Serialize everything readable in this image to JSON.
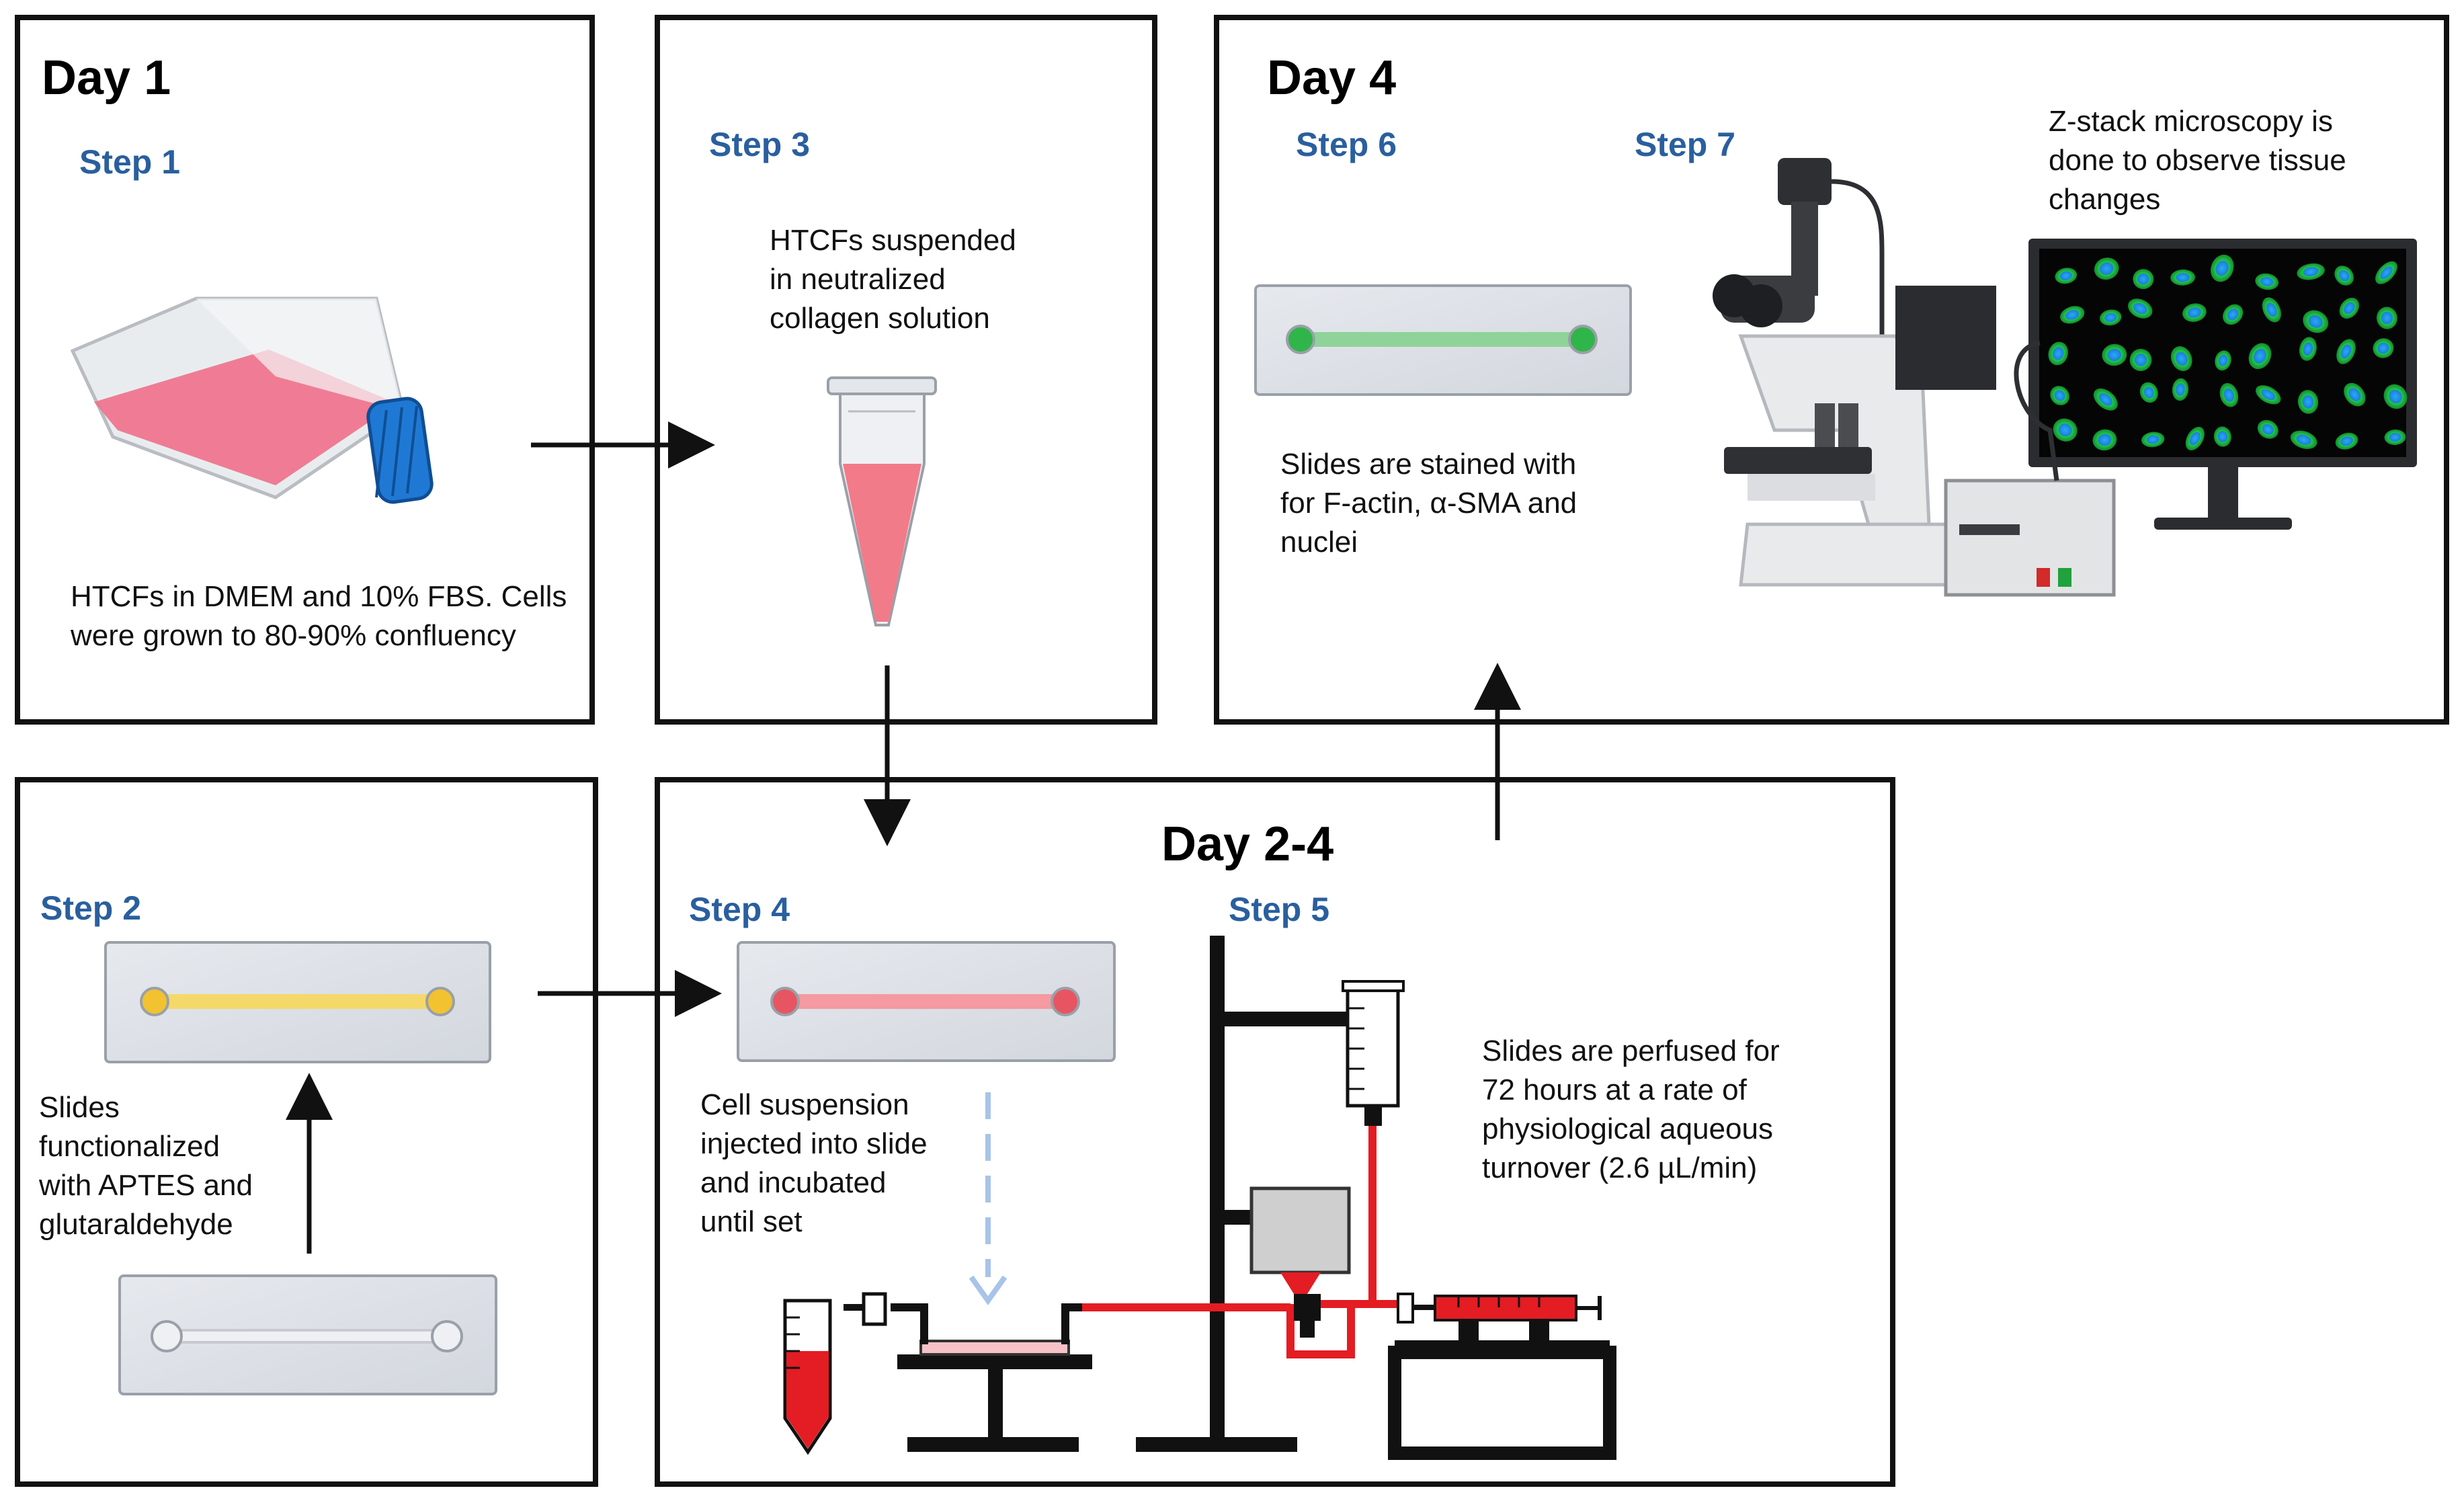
{
  "panels": {
    "day1": {
      "title": "Day 1",
      "step": "Step 1",
      "text": [
        "HTCFs in DMEM and 10% FBS. Cells",
        "were grown to 80-90% confluency"
      ]
    },
    "step3": {
      "step": "Step 3",
      "text": [
        "HTCFs suspended",
        "in neutralized",
        "collagen solution"
      ]
    },
    "day4": {
      "title": "Day 4",
      "step6": "Step 6",
      "step7": "Step 7",
      "text6": [
        "Slides are stained with",
        "for F-actin, α-SMA and",
        "nuclei"
      ],
      "text7": [
        "Z-stack microscopy is",
        "done to observe tissue",
        "changes"
      ]
    },
    "step2": {
      "step": "Step 2",
      "text": [
        "Slides",
        "functionalized",
        "with APTES and",
        "glutaraldehyde"
      ]
    },
    "day24": {
      "title": "Day 2-4",
      "step4": "Step 4",
      "step5": "Step 5",
      "text4": [
        "Cell suspension",
        "injected into slide",
        "and incubated",
        "until set"
      ],
      "text5": [
        "Slides are perfused for",
        "72 hours at a rate of",
        "physiological aqueous",
        "turnover (2.6 µL/min)"
      ]
    }
  },
  "colors": {
    "step_label": "#2a5f9e",
    "medium_pink": "#f0708a",
    "slide_yellow": "#f5d86a",
    "slide_green": "#8fd39a",
    "slide_pink": "#f49aa0",
    "tubing_red": "#e41c23"
  },
  "icons": [
    "culture-flask-icon",
    "centrifuge-tube-icon",
    "glass-slide-icon",
    "microscope-icon",
    "monitor-icon",
    "syringe-pump-icon",
    "reservoir-icon",
    "collection-tube-icon"
  ]
}
